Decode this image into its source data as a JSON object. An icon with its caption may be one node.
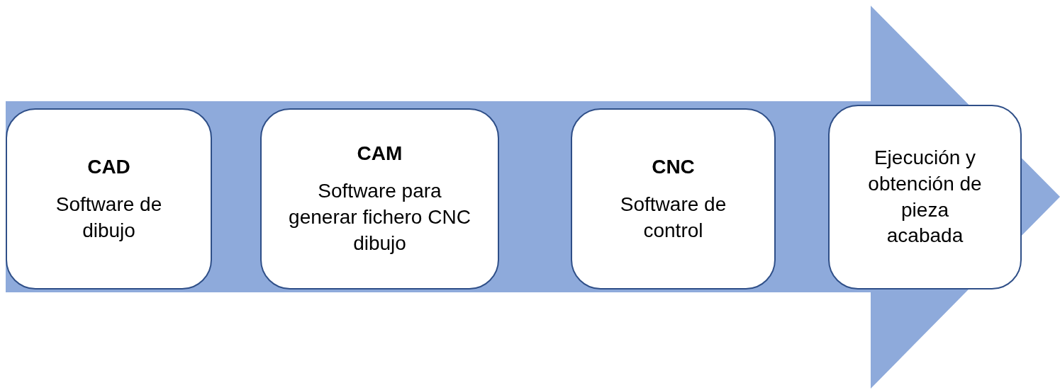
{
  "diagram": {
    "nodes": [
      {
        "text": [],
        "shape": "arrow"
      },
      {
        "text": [
          "CAD",
          "Software de dibujo"
        ],
        "in": 0
      },
      {
        "text": [
          "CAM",
          "Software para generar fichero CNC dibujo"
        ],
        "in": 0
      },
      {
        "text": [
          "CNC",
          "Software de control"
        ],
        "in": 0
      },
      {
        "text": [
          "Ejecución y obtención de pieza acabada"
        ],
        "in": 0
      }
    ]
  }
}
